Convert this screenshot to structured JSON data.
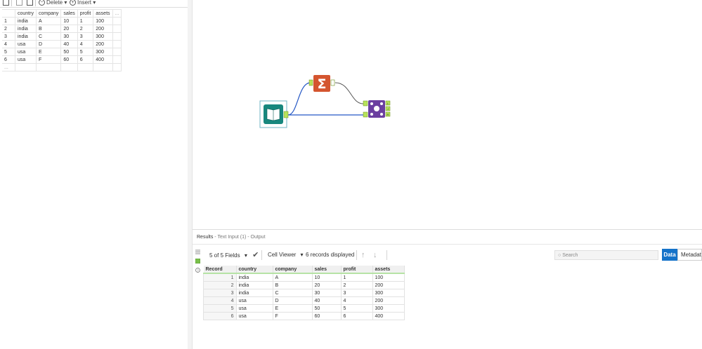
{
  "toolbar": {
    "delete_label": "Delete",
    "insert_label": "Insert",
    "dropdown_glyph": "▾"
  },
  "text_input": {
    "columns": [
      "country",
      "company",
      "sales",
      "profit",
      "assets",
      "..."
    ],
    "rows": [
      {
        "n": "1",
        "cells": [
          "india",
          "A",
          "10",
          "1",
          "100"
        ]
      },
      {
        "n": "2",
        "cells": [
          "india",
          "B",
          "20",
          "2",
          "200"
        ]
      },
      {
        "n": "3",
        "cells": [
          "india",
          "C",
          "30",
          "3",
          "300"
        ]
      },
      {
        "n": "4",
        "cells": [
          "usa",
          "D",
          "40",
          "4",
          "200"
        ]
      },
      {
        "n": "5",
        "cells": [
          "usa",
          "E",
          "50",
          "5",
          "300"
        ]
      },
      {
        "n": "6",
        "cells": [
          "usa",
          "F",
          "60",
          "6",
          "400"
        ]
      }
    ],
    "new_row_marker": "..."
  },
  "workflow": {
    "tools": [
      "text-input-tool",
      "summarize-tool",
      "join-tool"
    ],
    "summarize_glyph": "Σ",
    "join_anchors": [
      "L",
      "J",
      "R"
    ]
  },
  "results": {
    "title": "Results",
    "subtitle": " - Text Input (1) - Output",
    "fields_label": "5 of 5 Fields",
    "cell_viewer_label": "Cell Viewer",
    "records_label": "6 records displayed",
    "search_placeholder": "Search",
    "data_tab": "Data",
    "metadata_tab": "Metadata",
    "headers": [
      "Record",
      "country",
      "company",
      "sales",
      "profit",
      "assets"
    ],
    "rows": [
      [
        "1",
        "india",
        "A",
        "10",
        "1",
        "100"
      ],
      [
        "2",
        "india",
        "B",
        "20",
        "2",
        "200"
      ],
      [
        "3",
        "india",
        "C",
        "30",
        "3",
        "300"
      ],
      [
        "4",
        "usa",
        "D",
        "40",
        "4",
        "200"
      ],
      [
        "5",
        "usa",
        "E",
        "50",
        "5",
        "300"
      ],
      [
        "6",
        "usa",
        "F",
        "60",
        "6",
        "400"
      ]
    ]
  },
  "colors": {
    "accent": "#1573c9",
    "summarize": "#d4552f",
    "join": "#6b3fa0",
    "input": "#17877d"
  }
}
